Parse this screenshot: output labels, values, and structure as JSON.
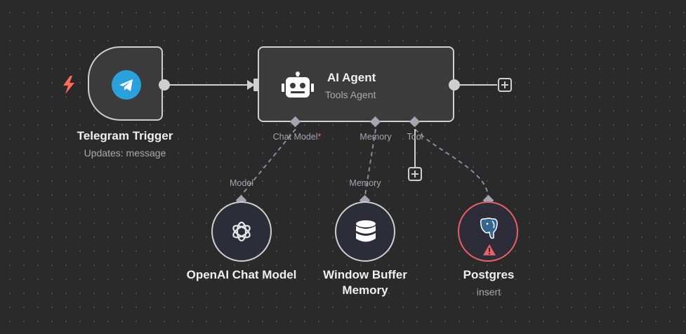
{
  "colors": {
    "canvas_background": "#2a2a2a",
    "node_background": "#3b3b3b",
    "node_border": "#cfcfcf",
    "telegram_blue": "#2aa1dc",
    "trigger_bolt": "#ff6d5a",
    "warning_red": "#e86065",
    "port_label": "#a4a4b2"
  },
  "trigger_node": {
    "title": "Telegram Trigger",
    "subtitle": "Updates: message",
    "icon": "telegram-icon",
    "badge_icon": "lightning-bolt-icon"
  },
  "agent_node": {
    "title": "AI Agent",
    "subtitle": "Tools Agent",
    "icon": "robot-icon",
    "ports": {
      "chat_model": "Chat Model",
      "chat_model_required": "*",
      "memory": "Memory",
      "tool": "Tool"
    }
  },
  "sub_nodes": {
    "openai": {
      "title": "OpenAI Chat Model",
      "port_label": "Model",
      "icon": "openai-icon"
    },
    "memory": {
      "title_line1": "Window Buffer",
      "title_line2": "Memory",
      "port_label": "Memory",
      "icon": "database-icon"
    },
    "postgres": {
      "title": "Postgres",
      "subtitle": "insert",
      "icon": "postgres-elephant-icon",
      "status_icon": "warning-icon"
    }
  }
}
